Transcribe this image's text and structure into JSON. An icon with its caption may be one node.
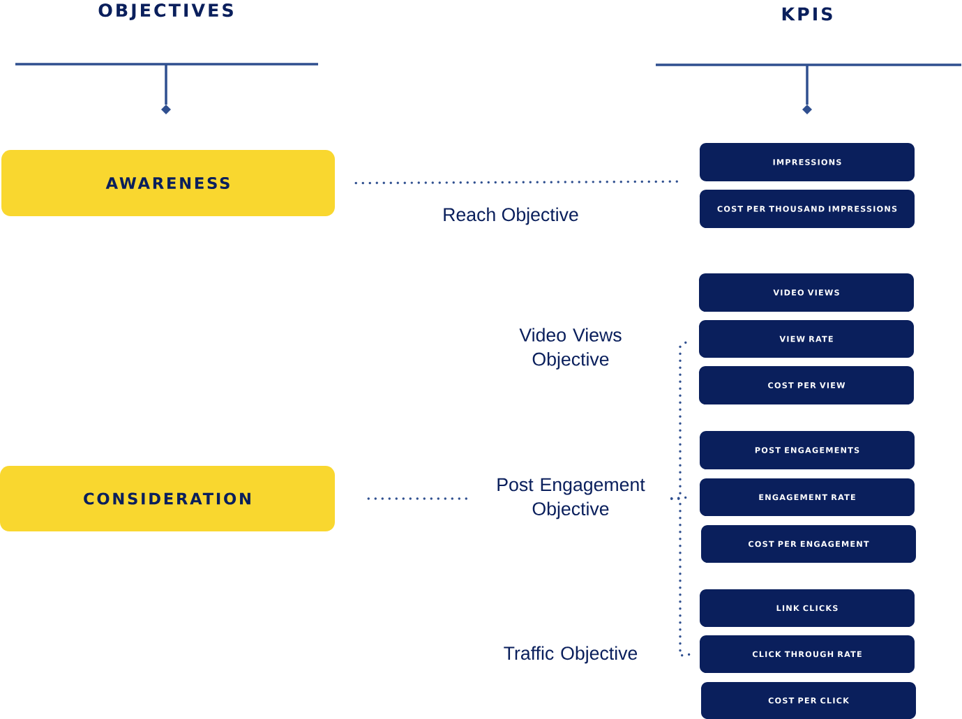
{
  "diagram": {
    "nodes": [
      {
        "text": [
          "AWARENESS"
        ]
      },
      {
        "text": [
          "CONSIDERATION"
        ]
      },
      {
        "text": [
          "IMPRESSIONS"
        ]
      },
      {
        "text": [
          "COST PER THOUSAND IMPRESSIONS"
        ]
      },
      {
        "text": [
          "VIDEO VIEWS"
        ]
      },
      {
        "text": [
          "VIEW RATE"
        ]
      },
      {
        "text": [
          "COST PER VIEW"
        ]
      },
      {
        "text": [
          "POST ENGAGEMENTS"
        ]
      },
      {
        "text": [
          "ENGAGEMENT RATE"
        ]
      },
      {
        "text": [
          "COST PER ENGAGEMENT"
        ]
      },
      {
        "text": [
          "LINK CLICKS"
        ]
      },
      {
        "text": [
          "CLICK THROUGH RATE"
        ]
      },
      {
        "text": [
          "COST PER CLICK"
        ]
      },
      {
        "text": [
          "Post Engagement Objective"
        ]
      }
    ],
    "edges": [
      {
        "from": 0,
        "to": 2,
        "arrow": "none",
        "label": "Reach Objective"
      },
      {
        "from": 1,
        "to": 13,
        "arrow": "none"
      },
      {
        "from": 13,
        "to": 5,
        "arrow": "none"
      },
      {
        "from": 13,
        "to": 8,
        "arrow": "none"
      },
      {
        "from": 13,
        "to": 11,
        "arrow": "none"
      }
    ],
    "labels": [
      "OBJECTIVES",
      "KPIS",
      "Video Views Objective",
      "Traffic Objective"
    ]
  }
}
